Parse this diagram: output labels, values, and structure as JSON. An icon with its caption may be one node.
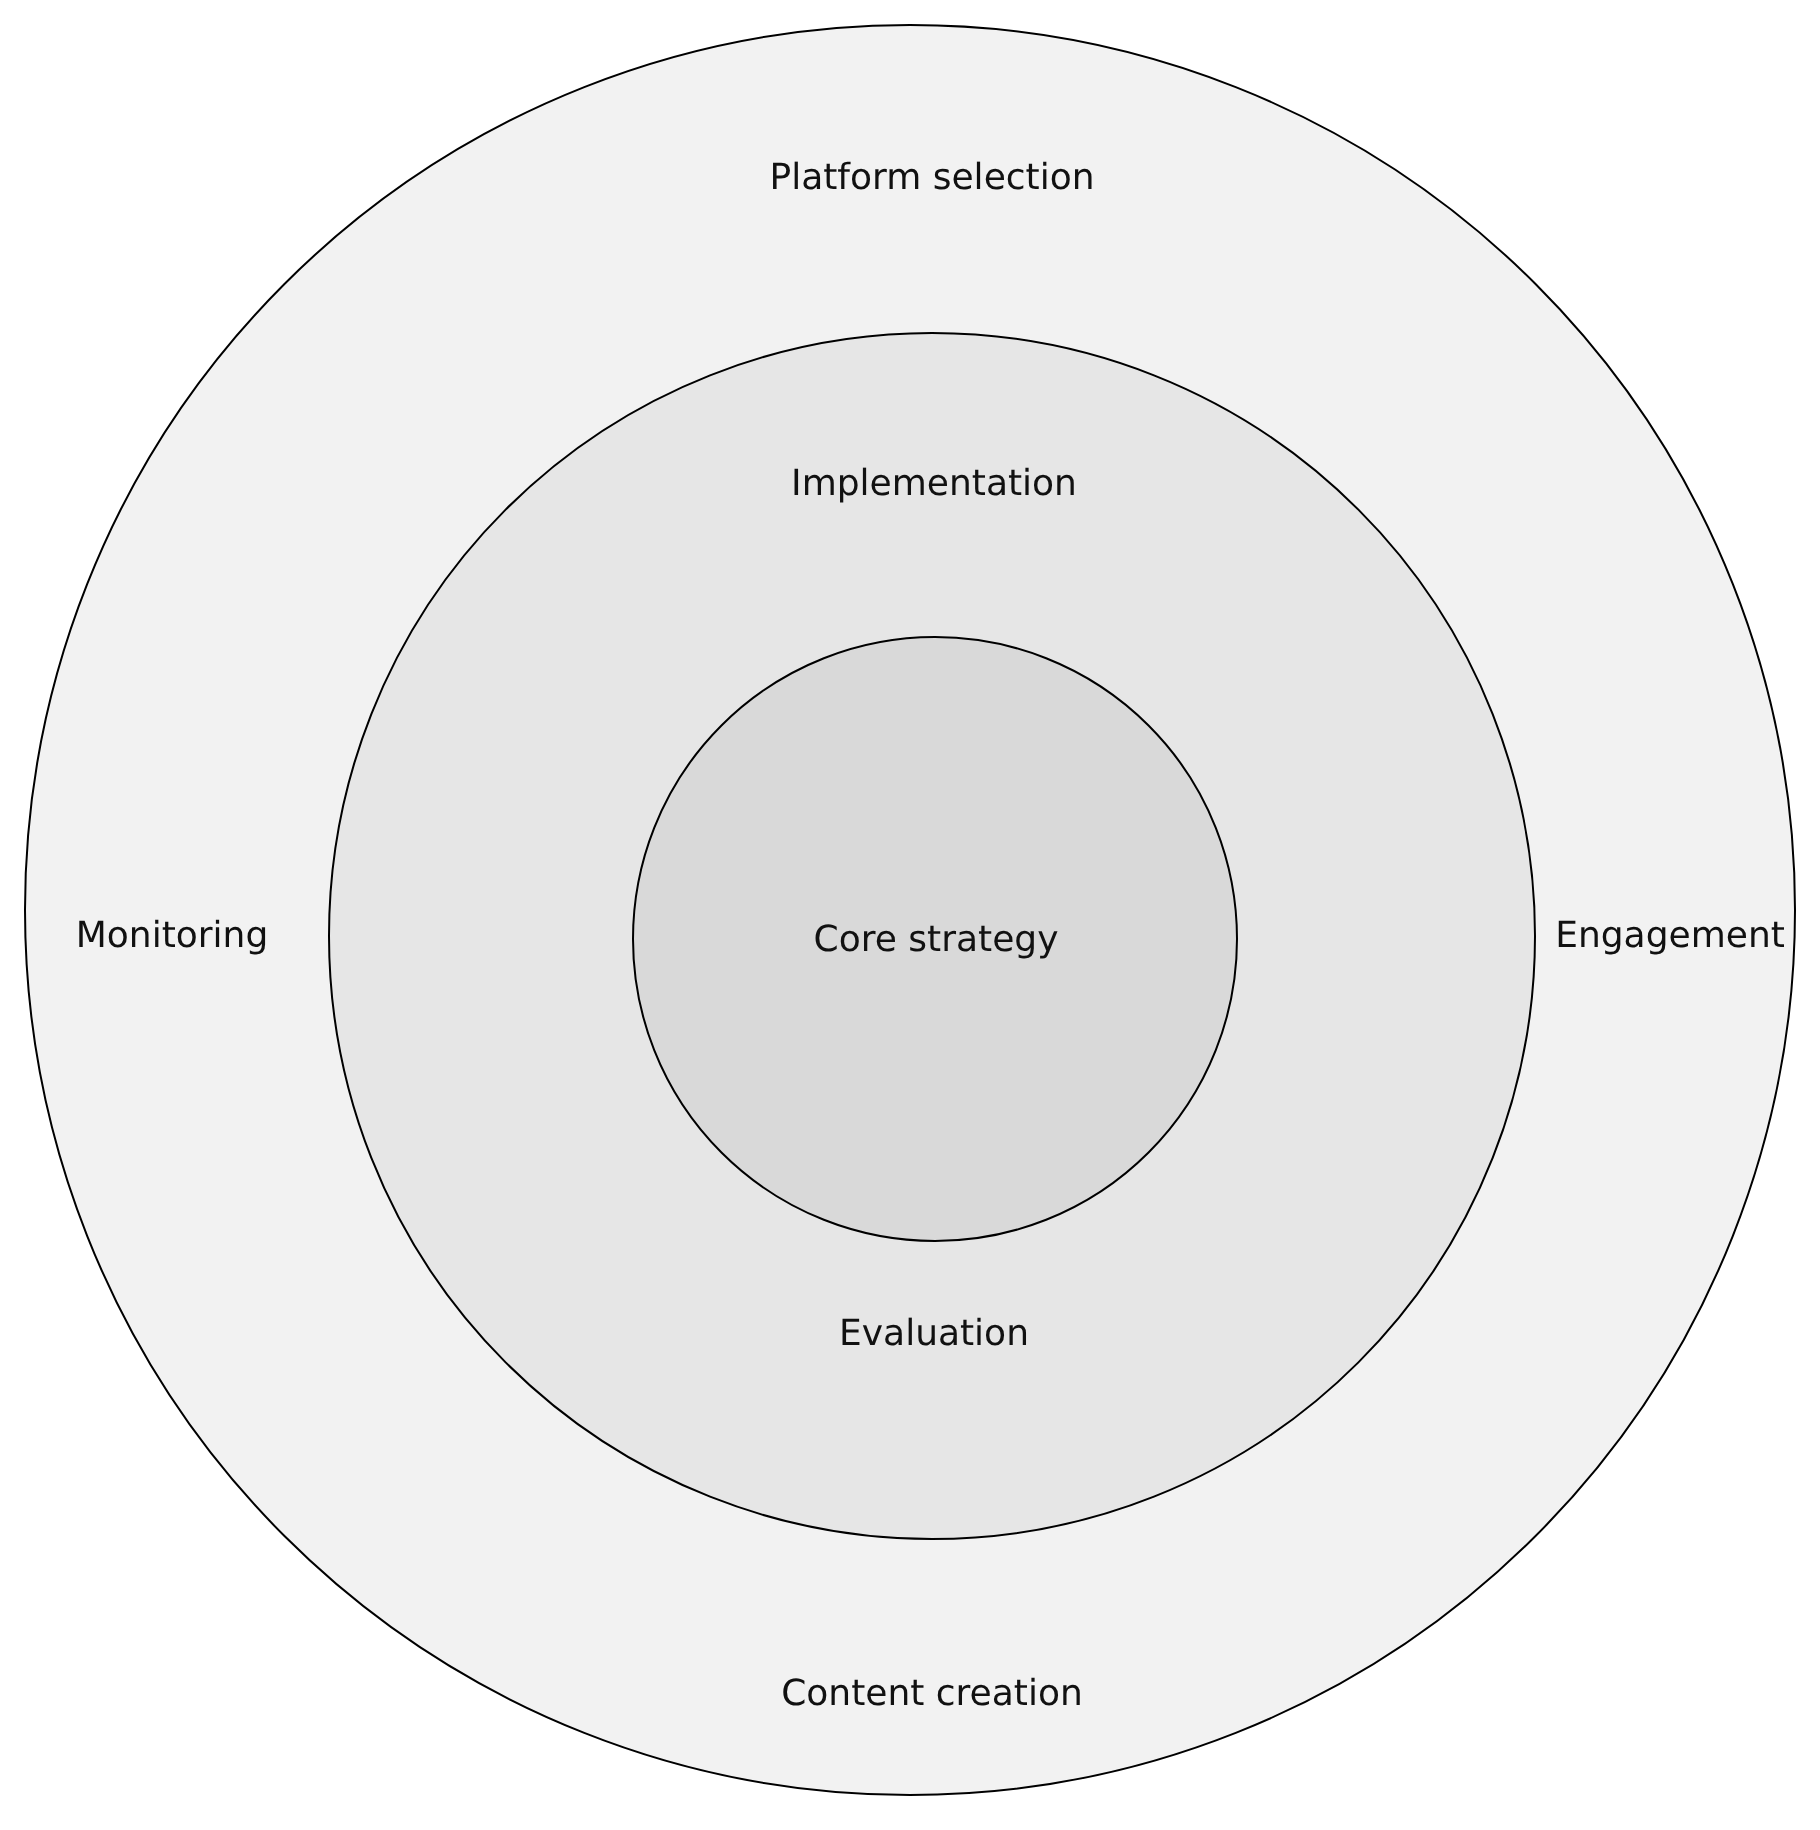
{
  "diagram": {
    "nodes": [
      {
        "text": [
          "Platform selection",
          "Monitoring",
          "Engagement",
          "Content creation"
        ]
      },
      {
        "text": [
          "Implementation",
          "Evaluation"
        ],
        "in": 0
      },
      {
        "text": [
          "Core strategy"
        ],
        "in": 1
      }
    ]
  }
}
